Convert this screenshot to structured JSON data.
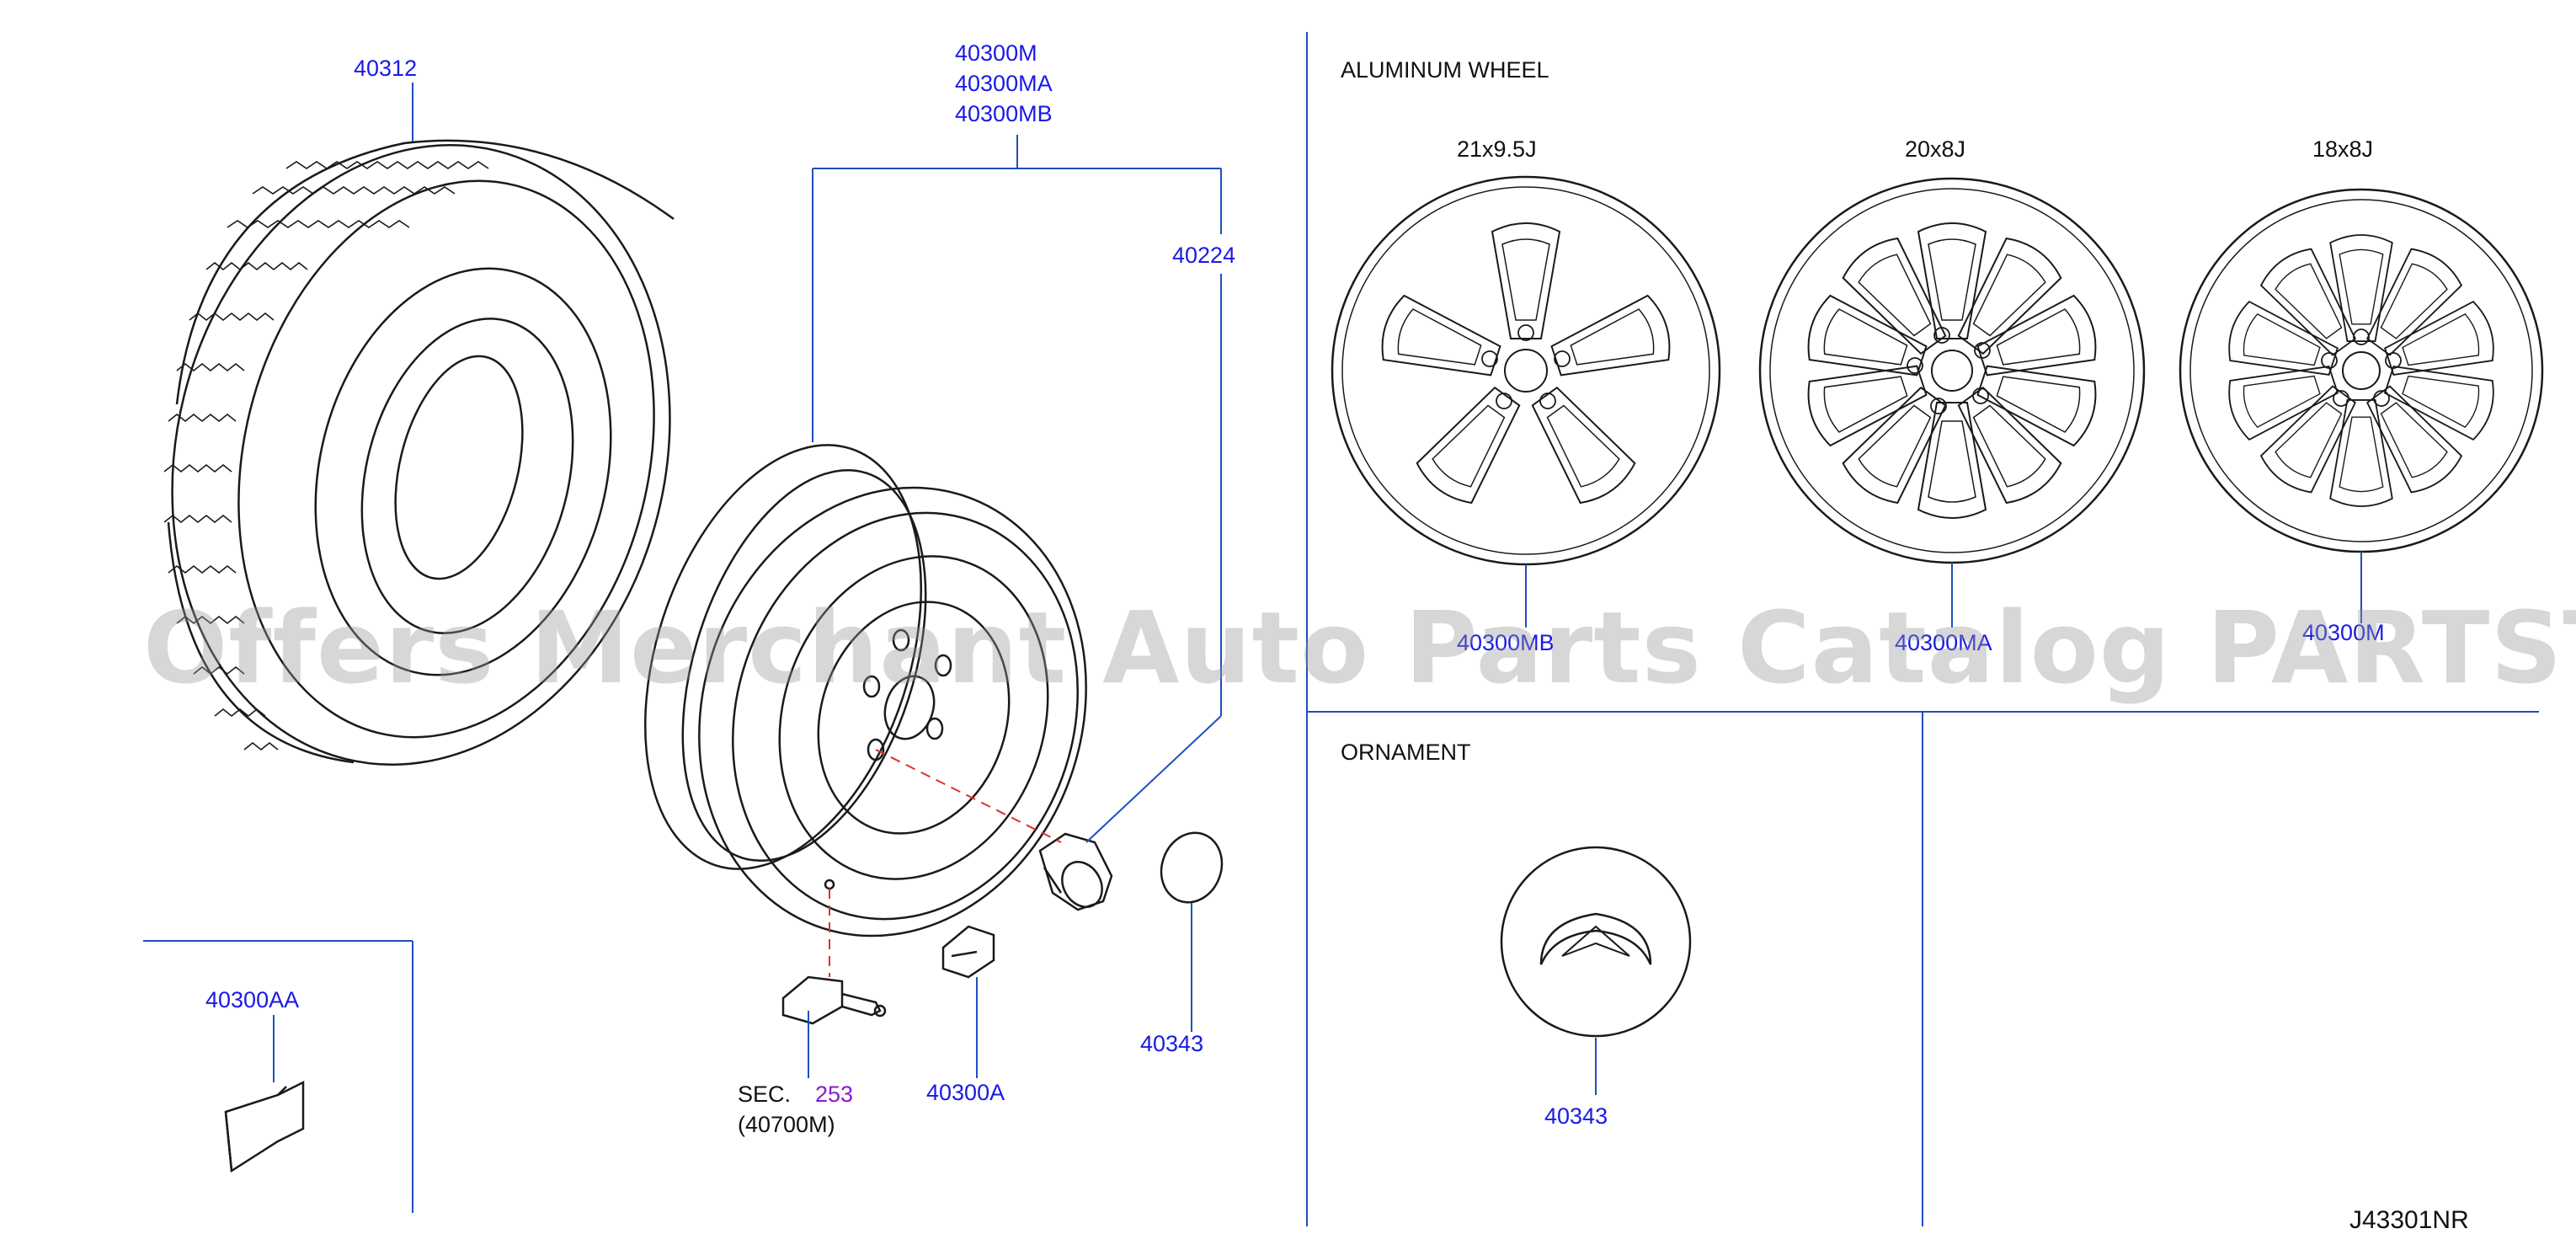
{
  "section_titles": {
    "aluminum_wheel": "ALUMINUM   WHEEL",
    "ornament": "ORNAMENT"
  },
  "wheel_sizes": [
    "21x9.5J",
    "20x8J",
    "18x8J"
  ],
  "part_numbers": {
    "tire": "40312",
    "steel_wheel": [
      "40300M",
      "40300MA",
      "40300MB"
    ],
    "wheel_nut": "40224",
    "alloy_21": "40300MB",
    "alloy_20": "40300MA",
    "alloy_18": "40300M",
    "spare_valve_weight": "40300AA",
    "balance_weight": "40300A",
    "hub_cap_small": "40343",
    "ornament": "40343"
  },
  "sec_ref": {
    "prefix": "SEC.",
    "number": "253",
    "part": "(40700M)"
  },
  "diagram_id": "J43301NR",
  "watermark": "Offers Merchant Auto Parts Catalog PARTSTORE.SA",
  "colors": {
    "part_link": "#1a1ae6",
    "section_ref": "#8a1ad0",
    "line": "#1f4fbf",
    "drawing": "#1a1a1a",
    "dashed_leader": "#e03030"
  }
}
